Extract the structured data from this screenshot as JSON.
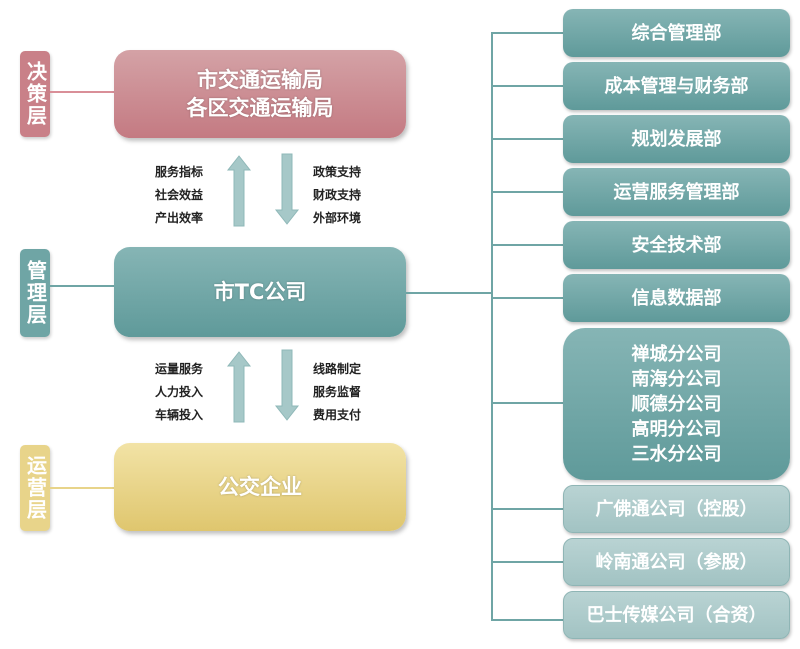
{
  "layers": [
    {
      "label": "决策层",
      "color": "#c98088"
    },
    {
      "label": "管理层",
      "color": "#6fa5a5"
    },
    {
      "label": "运营层",
      "color": "#e8d48a"
    }
  ],
  "boxes": {
    "top": [
      "市交通运输局",
      "各区交通运输局"
    ],
    "middle": "市TC公司",
    "bottom": "公交企业"
  },
  "flows": {
    "top_up": [
      "服务指标",
      "社会效益",
      "产出效率"
    ],
    "top_down": [
      "政策支持",
      "财政支持",
      "外部环境"
    ],
    "bottom_up": [
      "运量服务",
      "人力投入",
      "车辆投入"
    ],
    "bottom_down": [
      "线路制定",
      "服务监督",
      "费用支付"
    ]
  },
  "departments": [
    "综合管理部",
    "成本管理与财务部",
    "规划发展部",
    "运营服务管理部",
    "安全技术部",
    "信息数据部"
  ],
  "branches": [
    "禅城分公司",
    "南海分公司",
    "顺德分公司",
    "高明分公司",
    "三水分公司"
  ],
  "affiliates": [
    "广佛通公司（控股）",
    "岭南通公司（参股）",
    "巴士传媒公司（合资）"
  ]
}
